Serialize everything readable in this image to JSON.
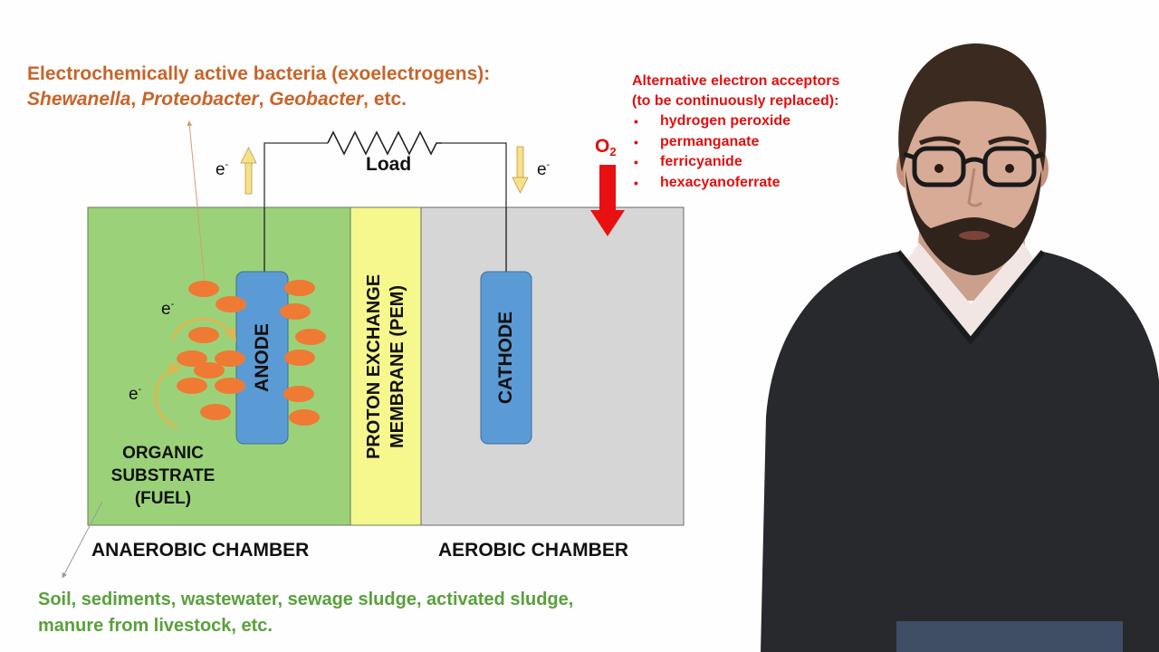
{
  "bacteria": {
    "title": "Electrochemically active bacteria (exoelectrogens):",
    "genus_1": "Shewanella",
    "sep_1": ", ",
    "genus_2": "Proteobacter",
    "sep_2": ", ",
    "genus_3": "Geobacter",
    "suffix": ", etc."
  },
  "acceptors": {
    "title_line1": "Alternative electron acceptors",
    "title_line2": "(to be continuously replaced):",
    "items": [
      "hydrogen peroxide",
      "permanganate",
      "ferricyanide",
      "hexacyanoferrate"
    ]
  },
  "circuit": {
    "load_label": "Load",
    "electron_symbol": "e",
    "electron_charge": "-",
    "oxygen_symbol": "O",
    "oxygen_subscript": "2"
  },
  "cell": {
    "anode_label": "ANODE",
    "cathode_label": "CATHODE",
    "pem_line1": "PROTON EXCHANGE",
    "pem_line2": "MEMBRANE (PEM)",
    "organic_line1": "ORGANIC",
    "organic_line2": "SUBSTRATE",
    "organic_line3": "(FUEL)",
    "anaerobic_label": "ANAEROBIC CHAMBER",
    "aerobic_label": "AEROBIC CHAMBER"
  },
  "sources": {
    "line1": "Soil, sediments, wastewater, sewage sludge, activated sludge,",
    "line2": "manure from livestock, etc."
  },
  "colors": {
    "anaerobic_chamber": "#9bd279",
    "pem": "#f6f78c",
    "aerobic_chamber": "#d6d6d6",
    "electrode": "#5b9bd5",
    "bacteria": "#ef7a34",
    "bacteria_text": "#c8642a",
    "acceptor_text": "#e01010",
    "source_text": "#5aa03c",
    "electron_arrow": "#f8e08a",
    "sweater": "#27292c"
  }
}
